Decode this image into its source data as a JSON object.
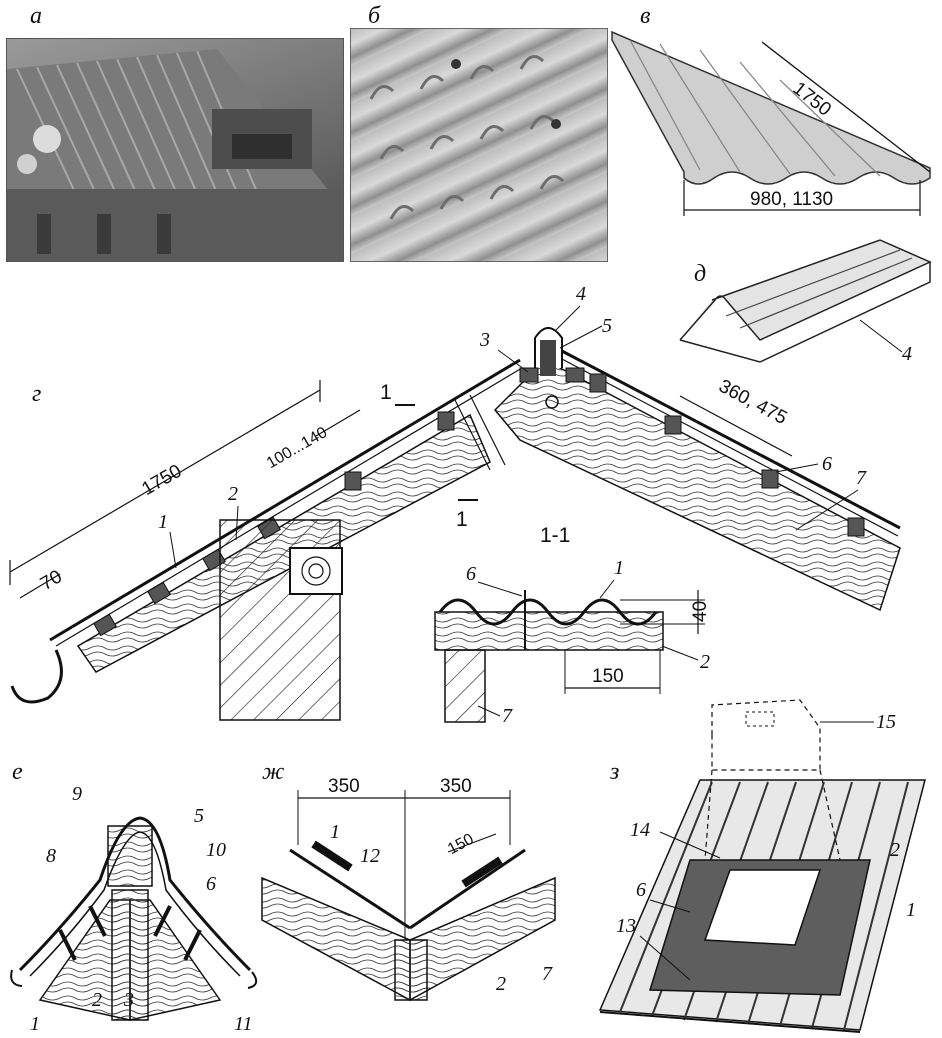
{
  "panels": {
    "a": "а",
    "b": "б",
    "v": "в",
    "g": "г",
    "d": "д",
    "e": "е",
    "zh": "ж",
    "z": "з"
  },
  "dimensions": {
    "sheet_length": "1750",
    "sheet_widths": "980, 1130",
    "main_length": "1750",
    "eave_overhang": "70",
    "overlap": "100...140",
    "batten_spacing": "360, 475",
    "wave_height": "40",
    "wave_pitch": "150",
    "valley_left": "350",
    "valley_right": "350",
    "valley_overlap": "150"
  },
  "section": {
    "label": "1-1",
    "marker": "1"
  },
  "callouts": {
    "n1": "1",
    "n2": "2",
    "n3": "3",
    "n4": "4",
    "n5": "5",
    "n6": "6",
    "n7": "7",
    "n8": "8",
    "n9": "9",
    "n10": "10",
    "n11": "11",
    "n12": "12",
    "n13": "13",
    "n14": "14",
    "n15": "15"
  }
}
